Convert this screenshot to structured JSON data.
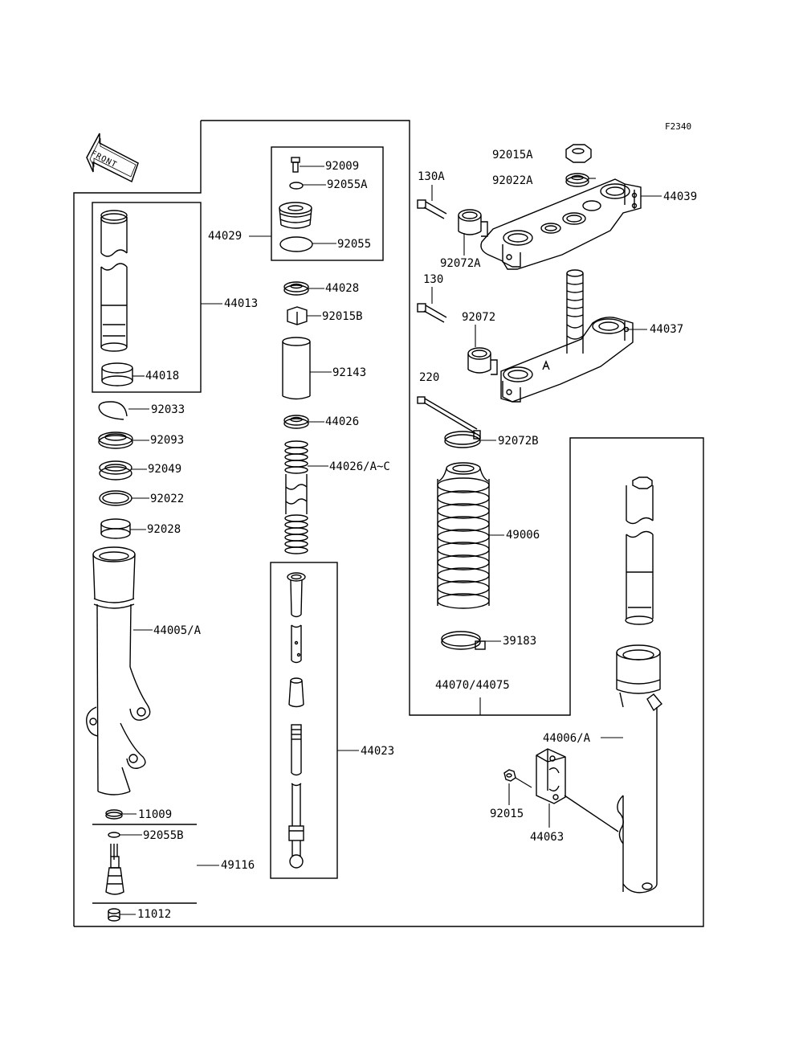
{
  "figure_code": "F2340",
  "front_arrow_label": "FRONT",
  "labels": {
    "p92009": "92009",
    "p92055A": "92055A",
    "p44029": "44029",
    "p92055": "92055",
    "p44028": "44028",
    "p92015B": "92015B",
    "p92143": "92143",
    "p44026": "44026",
    "p44026AC": "44026/A~C",
    "p44013": "44013",
    "p44018": "44018",
    "p92033": "92033",
    "p92093": "92093",
    "p92049": "92049",
    "p92022": "92022",
    "p92028": "92028",
    "p44005A": "44005/A",
    "p11009": "11009",
    "p92055B": "92055B",
    "p49116": "49116",
    "p11012": "11012",
    "p44023": "44023",
    "p92015A": "92015A",
    "p92022A": "92022A",
    "p130A": "130A",
    "p44039": "44039",
    "p92072A": "92072A",
    "p130": "130",
    "p92072": "92072",
    "p44037": "44037",
    "p220": "220",
    "p92072B": "92072B",
    "p49006": "49006",
    "p39183": "39183",
    "p44070": "44070/44075",
    "p44006A": "44006/A",
    "p92015": "92015",
    "p44063": "44063"
  }
}
